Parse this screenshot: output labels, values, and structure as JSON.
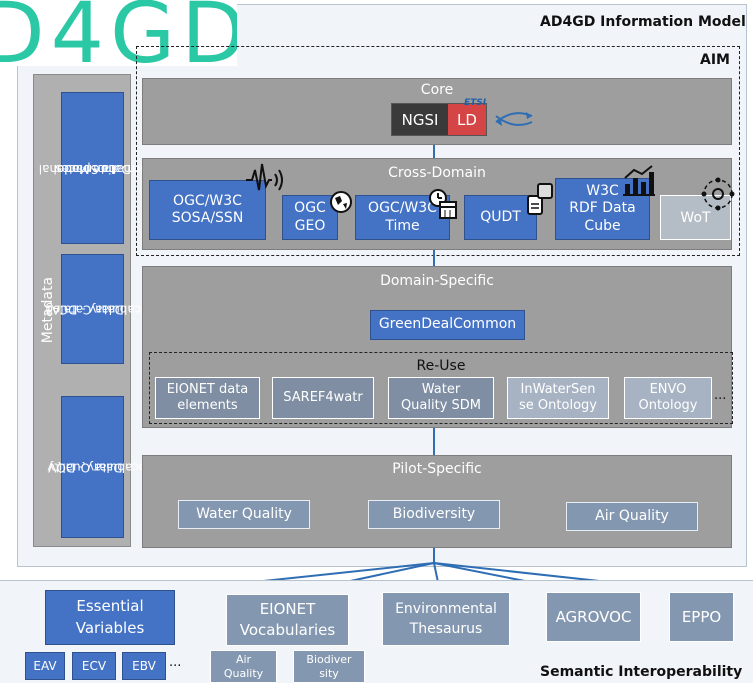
{
  "logo": {
    "text": "D4GD"
  },
  "header": {
    "title": "AD4GD Information Model",
    "aim_label": "AIM"
  },
  "metadata": {
    "label": "Metadata",
    "items": [
      {
        "label_line1": "International",
        "label_line2": "Data Spaces",
        "label_line3": "Information Model"
      },
      {
        "label_line1": "Data Catalog",
        "label_line2": "Vocabulary - DCAT"
      },
      {
        "label_line1": "Data Quality",
        "label_line2": "Vocabulary - DQV"
      }
    ]
  },
  "core": {
    "title": "Core",
    "ngsi": "NGSI",
    "ld": "LD",
    "etsi": "ETSI"
  },
  "cross_domain": {
    "title": "Cross-Domain",
    "boxes": [
      {
        "line1": "OGC/W3C",
        "line2": "SOSA/SSN"
      },
      {
        "line1": "OGC",
        "line2": "GEO"
      },
      {
        "line1": "OGC/W3C",
        "line2": "Time"
      },
      {
        "line1": "QUDT"
      },
      {
        "line1": "W3C",
        "line2": "RDF Data",
        "line3": "Cube"
      },
      {
        "line1": "WoT"
      }
    ]
  },
  "domain_specific": {
    "title": "Domain-Specific",
    "green": "GreenDealCommon",
    "reuse": {
      "title": "Re-Use",
      "boxes": [
        {
          "line1": "EIONET data",
          "line2": "elements"
        },
        {
          "line1": "SAREF4watr"
        },
        {
          "line1": "Water",
          "line2": "Quality SDM"
        },
        {
          "line1": "InWaterSen",
          "line2": "se Ontology"
        },
        {
          "line1": "ENVO",
          "line2": "Ontology"
        }
      ],
      "ellipsis": "..."
    }
  },
  "pilot_specific": {
    "title": "Pilot-Specific",
    "boxes": [
      "Water Quality",
      "Biodiversity",
      "Air Quality"
    ]
  },
  "semantic": {
    "label": "Semantic Interoperability",
    "essential": {
      "line1": "Essential",
      "line2": "Variables"
    },
    "essential_subs": [
      "EAV",
      "ECV",
      "EBV"
    ],
    "essential_ellipsis": "...",
    "eionet": {
      "line1": "EIONET",
      "line2": "Vocabularies"
    },
    "eionet_subs": [
      {
        "line1": "Air",
        "line2": "Quality"
      },
      {
        "line1": "Biodiver",
        "line2": "sity"
      }
    ],
    "env": {
      "line1": "Environmental",
      "line2": "Thesaurus"
    },
    "agrovoc": "AGROVOC",
    "eppo": "EPPO"
  }
}
